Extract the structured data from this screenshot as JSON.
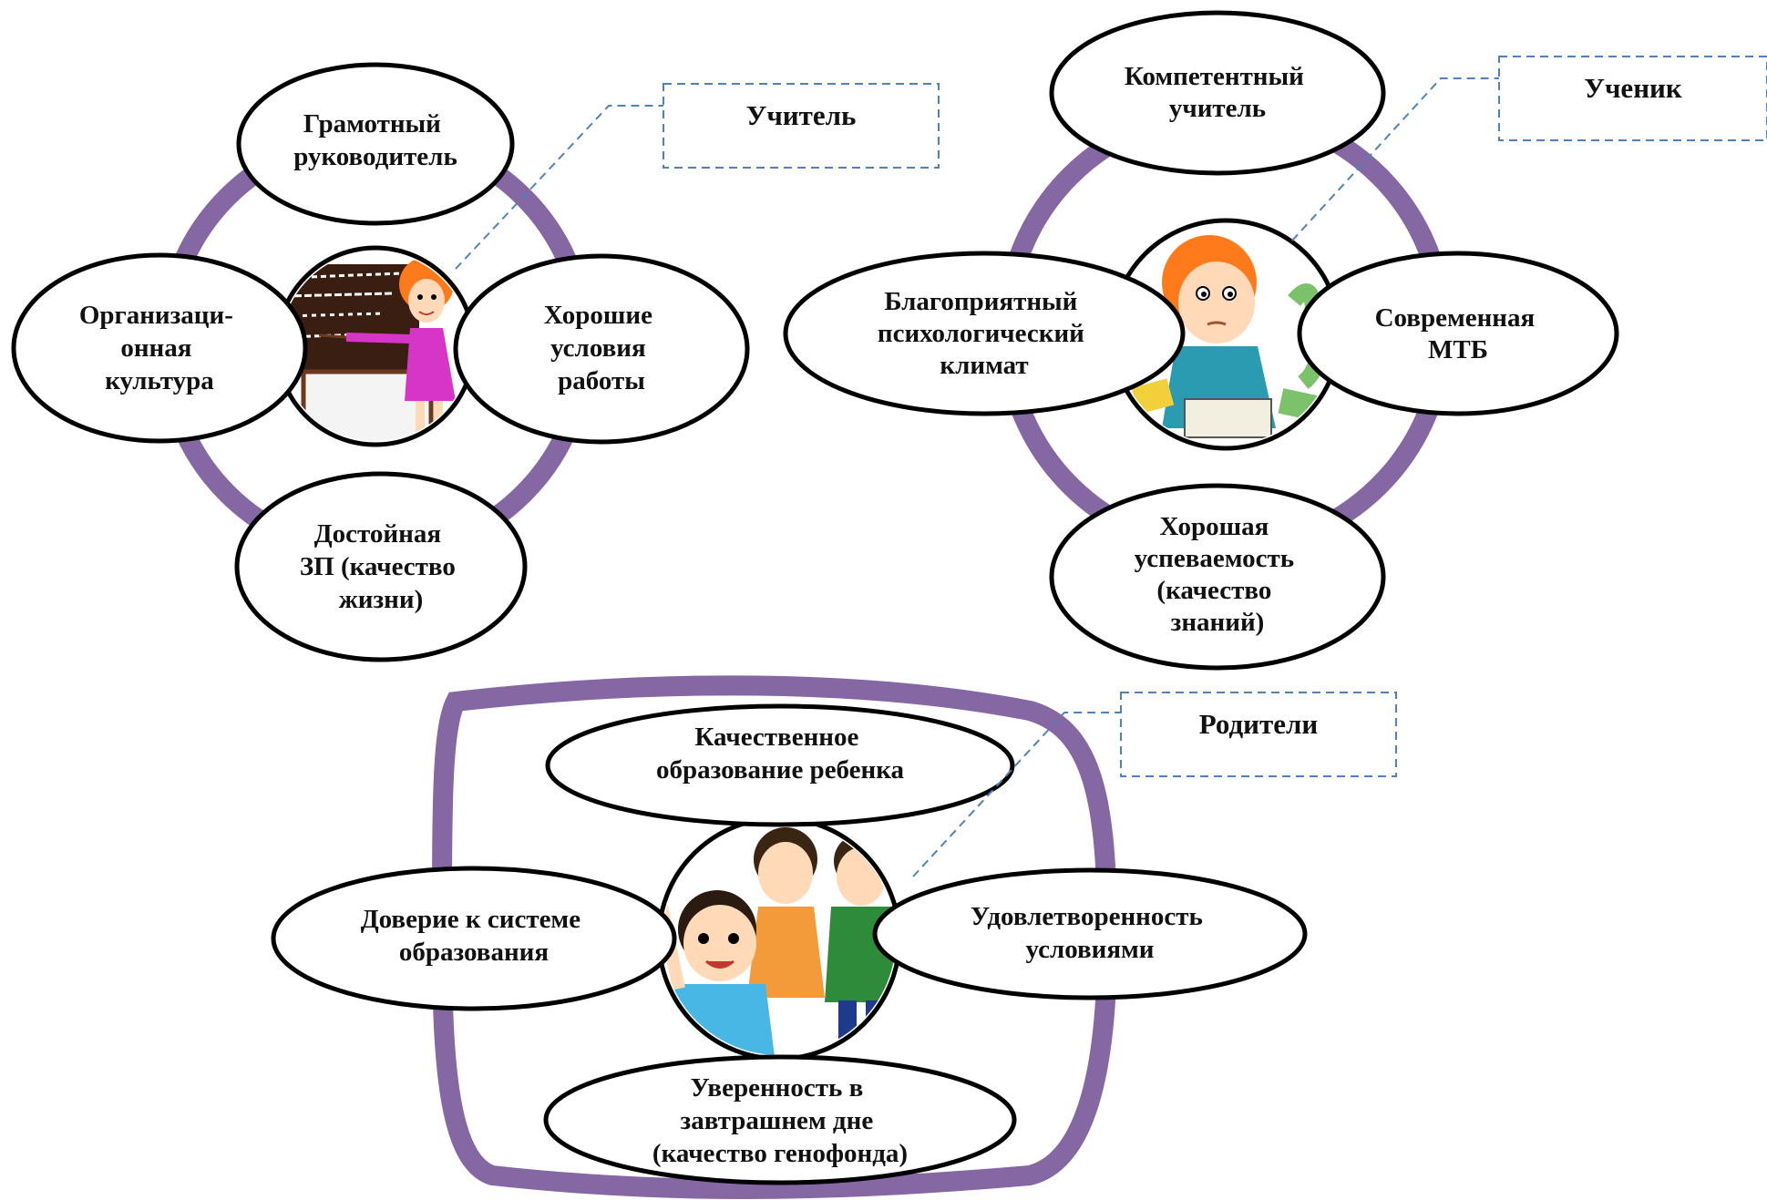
{
  "colors": {
    "ring": "#8467a3",
    "ellipse_fill": "#ffffff",
    "ellipse_stroke": "#000000",
    "callout_border": "#4f81bd",
    "text": "#111111"
  },
  "teacher": {
    "callout": "Учитель",
    "icon": "teacher-at-blackboard-icon",
    "top": [
      "Грамотный",
      "руководитель"
    ],
    "left": [
      "Организаци-",
      "онная",
      "культура"
    ],
    "right": [
      "Хорошие",
      "условия",
      "работы"
    ],
    "bottom": [
      "Достойная",
      "ЗП (качество",
      "жизни)"
    ]
  },
  "student": {
    "callout": "Ученик",
    "icon": "student-with-books-icon",
    "top": [
      "Компетентный",
      "учитель"
    ],
    "left": [
      "Благоприятный",
      "психологический",
      "климат"
    ],
    "right": [
      "Современная",
      "МТБ"
    ],
    "bottom": [
      "Хорошая",
      "успеваемость",
      "(качество",
      "знаний)"
    ]
  },
  "parents": {
    "callout": "Родители",
    "icon": "family-group-icon",
    "top": [
      "Качественное",
      "образование ребенка"
    ],
    "left": [
      "Доверие к системе",
      "образования"
    ],
    "right": [
      "Удовлетворенность",
      "условиями"
    ],
    "bottom": [
      "Уверенность в",
      "завтрашнем дне",
      "(качество генофонда)"
    ]
  }
}
